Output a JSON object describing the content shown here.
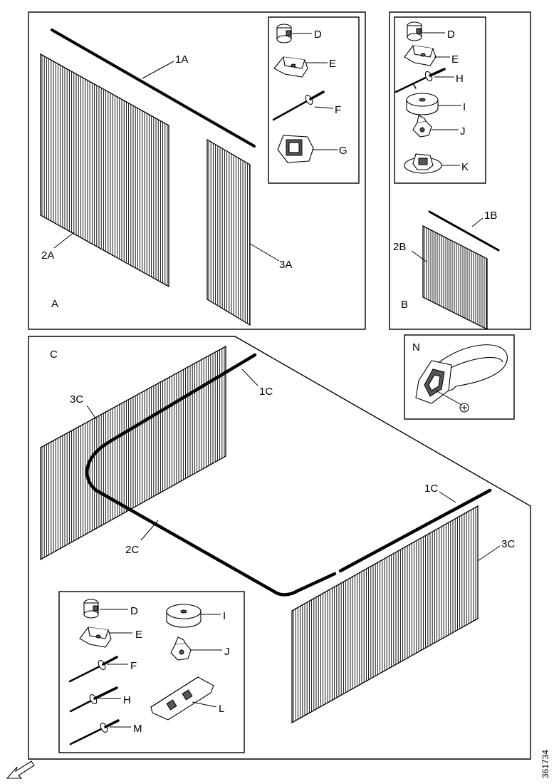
{
  "sections": {
    "A": {
      "label": "A",
      "callouts": {
        "seal": "1A",
        "curtain_large": "2A",
        "curtain_small": "3A"
      },
      "parts": [
        "D",
        "E",
        "F",
        "G"
      ]
    },
    "B": {
      "label": "B",
      "callouts": {
        "seal": "1B",
        "curtain": "2B"
      },
      "parts": [
        "D",
        "E",
        "H",
        "I",
        "J",
        "K"
      ]
    },
    "C": {
      "label": "C",
      "callouts": {
        "seal_top": "1C",
        "seal_right": "1C",
        "seal_curve": "2C",
        "curtain_left": "3C",
        "curtain_right": "3C"
      },
      "parts": [
        "D",
        "E",
        "F",
        "H",
        "M",
        "I",
        "J",
        "L"
      ]
    },
    "N": {
      "label": "N"
    }
  },
  "reference": "361734",
  "icons": {
    "front_arrow": "arrow-icon"
  }
}
